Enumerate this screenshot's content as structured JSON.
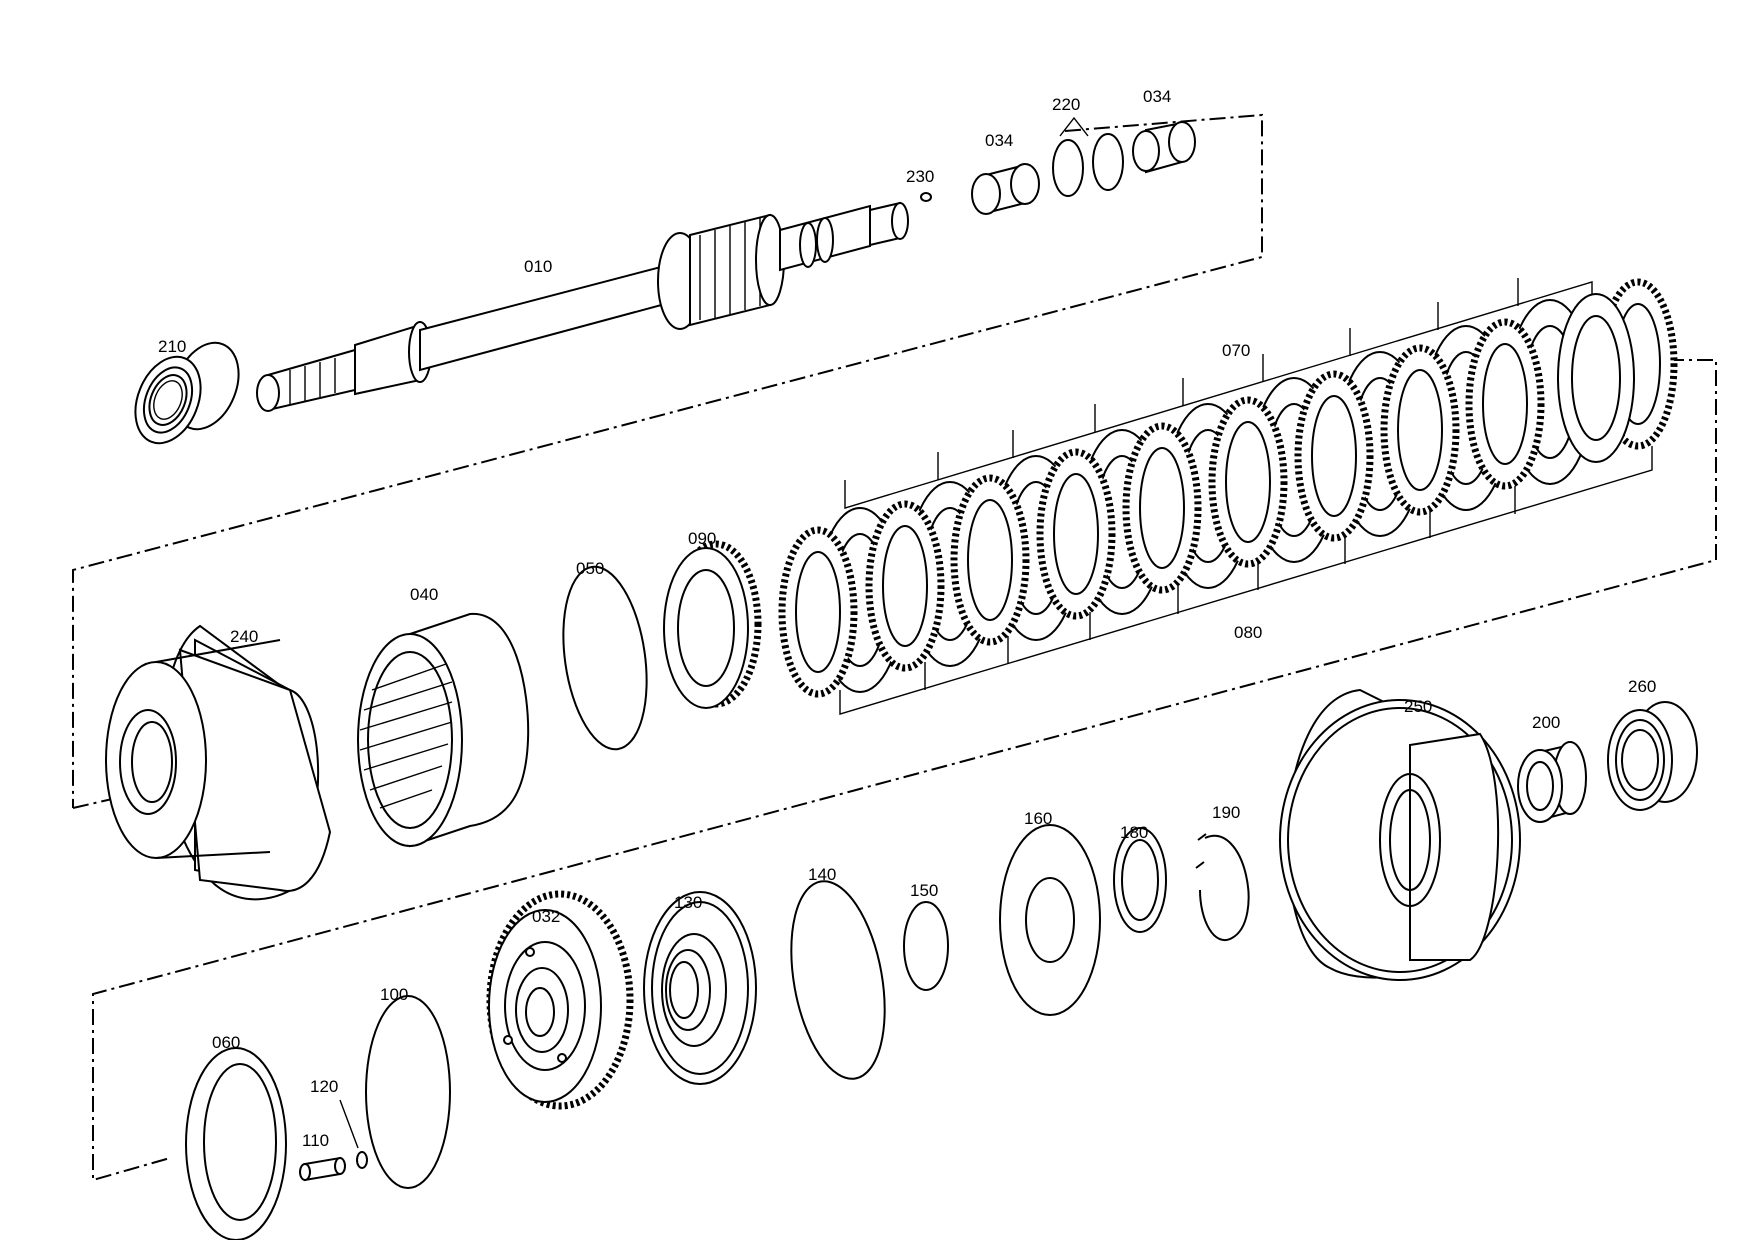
{
  "callouts": {
    "p010": "010",
    "p210": "210",
    "p230": "230",
    "p034a": "034",
    "p220": "220",
    "p034b": "034",
    "p070": "070",
    "p080": "080",
    "p090": "090",
    "p050": "050",
    "p040": "040",
    "p240": "240",
    "p250": "250",
    "p200": "200",
    "p260": "260",
    "p160": "160",
    "p180": "180",
    "p190": "190",
    "p140": "140",
    "p150": "150",
    "p130": "130",
    "p032": "032",
    "p100": "100",
    "p060": "060",
    "p120": "120",
    "p110": "110"
  }
}
